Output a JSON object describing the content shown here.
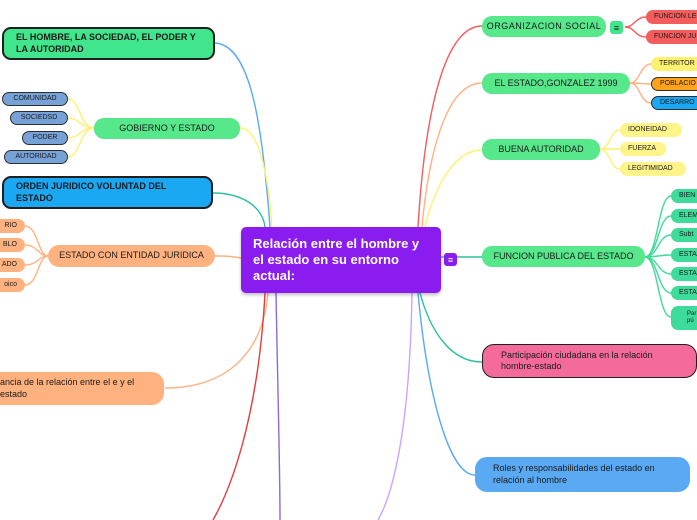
{
  "center": {
    "title": "Relación entre el hombre y el estado en su entorno actual:"
  },
  "left": [
    {
      "label": "EL HOMBRE, LA SOCIEDAD, EL PODER Y LA AUTORIDAD"
    },
    {
      "label": "GOBIERNO  Y ESTADO",
      "children": [
        "COMUNIDAD",
        "SOCIEDSD",
        "PODER",
        "AUTORIDAD"
      ]
    },
    {
      "label": "ORDEN JURIDICO VOLUNTAD DEL ESTADO"
    },
    {
      "label": "ESTADO CON ENTIDAD JURIDICA",
      "children": [
        "RIO",
        "BLO",
        "ADO",
        "oico"
      ]
    },
    {
      "label": "ancia de la relación entre el e y el estado"
    }
  ],
  "right": [
    {
      "label": "ORGANIZACION  SOCIAL",
      "children": [
        "FUNCION LE",
        "FUNCION  JU"
      ]
    },
    {
      "label": "EL ESTADO,GONZALEZ 1999",
      "children": [
        "TERRITOR",
        "POBLACIO",
        "DESARRO"
      ]
    },
    {
      "label": "BUENA AUTORIDAD",
      "children": [
        "IDONEIDAD",
        "FUERZA",
        "LEGITIMIDAD"
      ]
    },
    {
      "label": "FUNCION PUBLICA DEL ESTADO",
      "children": [
        "BIEN",
        "ELEM",
        "Subt",
        "ESTA",
        "ESTA",
        "ESTA",
        "Par pú"
      ]
    },
    {
      "label": "Participación ciudadana en la relación hombre-estado"
    },
    {
      "label": "Roles y responsabilidades del estado en relación al hombre"
    }
  ],
  "icons": {
    "center_marker": "menu-icon",
    "org_marker": "menu-icon"
  },
  "colors": {
    "center": "#8a1cf0",
    "green": "#41e58c",
    "blue": "#1aa8f2",
    "salmon": "#ffb280",
    "pink": "#f46b9b",
    "light_blue": "#5aa9f3",
    "red": "#f55c5c",
    "yellow": "#fff170",
    "orange": "#ffa31a",
    "teal": "#3ddc9a"
  }
}
